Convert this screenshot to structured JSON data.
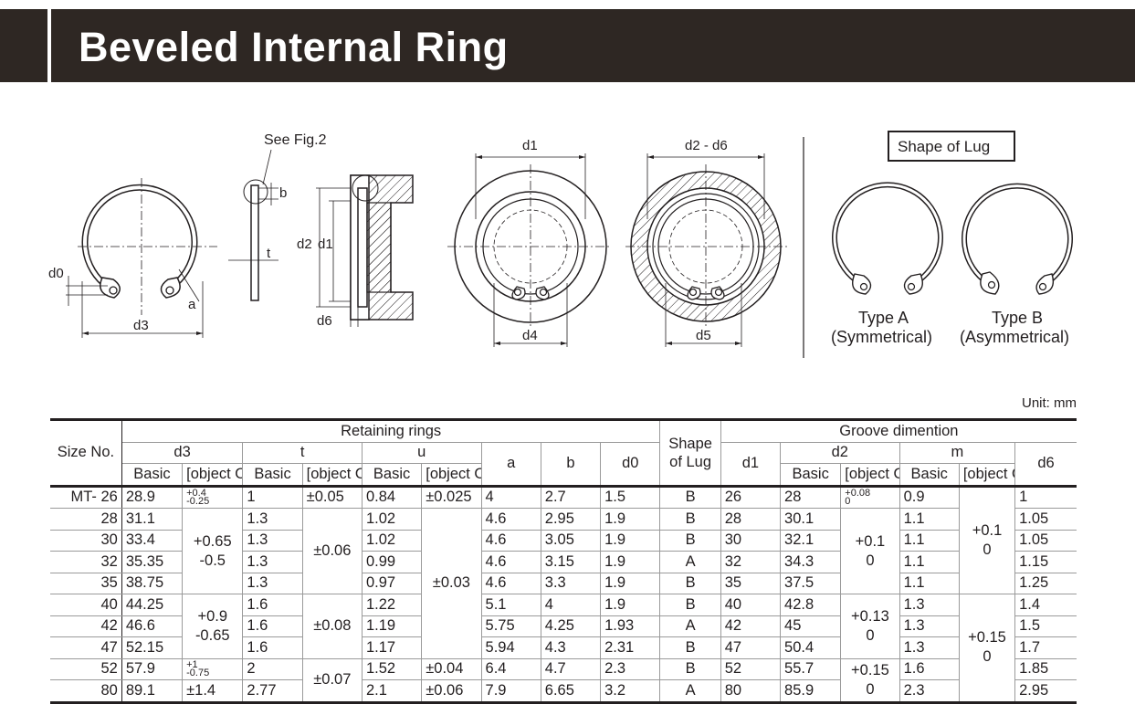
{
  "title": "Beveled Internal Ring",
  "figure": {
    "see_fig": "See Fig.2",
    "labels": {
      "d0": "d0",
      "d3": "d3",
      "a": "a",
      "b": "b",
      "t": "t",
      "d2": "d2",
      "d1": "d1",
      "d6": "d6",
      "d4": "d4",
      "d5": "d5",
      "d2d6": "d2 - d6"
    },
    "lug_box": "Shape of Lug",
    "type_a": "Type A",
    "type_a_sub": "(Symmetrical)",
    "type_b": "Type B",
    "type_b_sub": "(Asymmetrical)"
  },
  "unit": "Unit: mm",
  "table": {
    "size_no": "Size No.",
    "retaining_rings": "Retaining rings",
    "groove": "Groove dimention",
    "shape": "Shape",
    "of_lug": "of Lug",
    "h_d3": "d3",
    "h_t": "t",
    "h_u": "u",
    "h_a": "a",
    "h_b": "b",
    "h_d0": "d0",
    "h_d1": "d1",
    "h_d2": "d2",
    "h_m": "m",
    "h_d6": "d6",
    "basic": "Basic",
    "tol": {
      "d3_r0_up": "+0.4",
      "d3_r0_dn": "-0.25",
      "d3_g1_a": "+0.65",
      "d3_g1_b": "-0.5",
      "d3_g2_a": "+0.9",
      "d3_g2_b": "-0.65",
      "d3_r8_up": "+1",
      "d3_r8_dn": "-0.75",
      "d3_r9": "±1.4",
      "t_r0": "±0.05",
      "t_g1": "±0.06",
      "t_g2": "±0.08",
      "t_g3": "±0.07",
      "u_r0": "±0.025",
      "u_g1": "±0.03",
      "u_r8": "±0.04",
      "u_r9": "±0.06",
      "d2_r0_up": "+0.08",
      "d2_r0_dn": "0",
      "d2_g1_a": "+0.1",
      "d2_g1_b": "0",
      "d2_g2_a": "+0.13",
      "d2_g2_b": "0",
      "d2_g3_a": "+0.15",
      "d2_g3_b": "0",
      "m_g1_a": "+0.1",
      "m_g1_b": "0",
      "m_g2_a": "+0.15",
      "m_g2_b": "0"
    },
    "rows": [
      {
        "size": "MT- 26",
        "d3": "28.9",
        "t": "1",
        "u": "0.84",
        "a": "4",
        "b": "2.7",
        "d0": "1.5",
        "lug": "B",
        "d1": "26",
        "d2": "28",
        "m": "0.9",
        "d6": "1"
      },
      {
        "size": "28",
        "d3": "31.1",
        "t": "1.3",
        "u": "1.02",
        "a": "4.6",
        "b": "2.95",
        "d0": "1.9",
        "lug": "B",
        "d1": "28",
        "d2": "30.1",
        "m": "1.1",
        "d6": "1.05"
      },
      {
        "size": "30",
        "d3": "33.4",
        "t": "1.3",
        "u": "1.02",
        "a": "4.6",
        "b": "3.05",
        "d0": "1.9",
        "lug": "B",
        "d1": "30",
        "d2": "32.1",
        "m": "1.1",
        "d6": "1.05"
      },
      {
        "size": "32",
        "d3": "35.35",
        "t": "1.3",
        "u": "0.99",
        "a": "4.6",
        "b": "3.15",
        "d0": "1.9",
        "lug": "A",
        "d1": "32",
        "d2": "34.3",
        "m": "1.1",
        "d6": "1.15"
      },
      {
        "size": "35",
        "d3": "38.75",
        "t": "1.3",
        "u": "0.97",
        "a": "4.6",
        "b": "3.3",
        "d0": "1.9",
        "lug": "B",
        "d1": "35",
        "d2": "37.5",
        "m": "1.1",
        "d6": "1.25"
      },
      {
        "size": "40",
        "d3": "44.25",
        "t": "1.6",
        "u": "1.22",
        "a": "5.1",
        "b": "4",
        "d0": "1.9",
        "lug": "B",
        "d1": "40",
        "d2": "42.8",
        "m": "1.3",
        "d6": "1.4"
      },
      {
        "size": "42",
        "d3": "46.6",
        "t": "1.6",
        "u": "1.19",
        "a": "5.75",
        "b": "4.25",
        "d0": "1.93",
        "lug": "A",
        "d1": "42",
        "d2": "45",
        "m": "1.3",
        "d6": "1.5"
      },
      {
        "size": "47",
        "d3": "52.15",
        "t": "1.6",
        "u": "1.17",
        "a": "5.94",
        "b": "4.3",
        "d0": "2.31",
        "lug": "B",
        "d1": "47",
        "d2": "50.4",
        "m": "1.3",
        "d6": "1.7"
      },
      {
        "size": "52",
        "d3": "57.9",
        "t": "2",
        "u": "1.52",
        "a": "6.4",
        "b": "4.7",
        "d0": "2.3",
        "lug": "B",
        "d1": "52",
        "d2": "55.7",
        "m": "1.6",
        "d6": "1.85"
      },
      {
        "size": "80",
        "d3": "89.1",
        "t": "2.77",
        "u": "2.1",
        "a": "7.9",
        "b": "6.65",
        "d0": "3.2",
        "lug": "A",
        "d1": "80",
        "d2": "85.9",
        "m": "2.3",
        "d6": "2.95"
      }
    ]
  }
}
